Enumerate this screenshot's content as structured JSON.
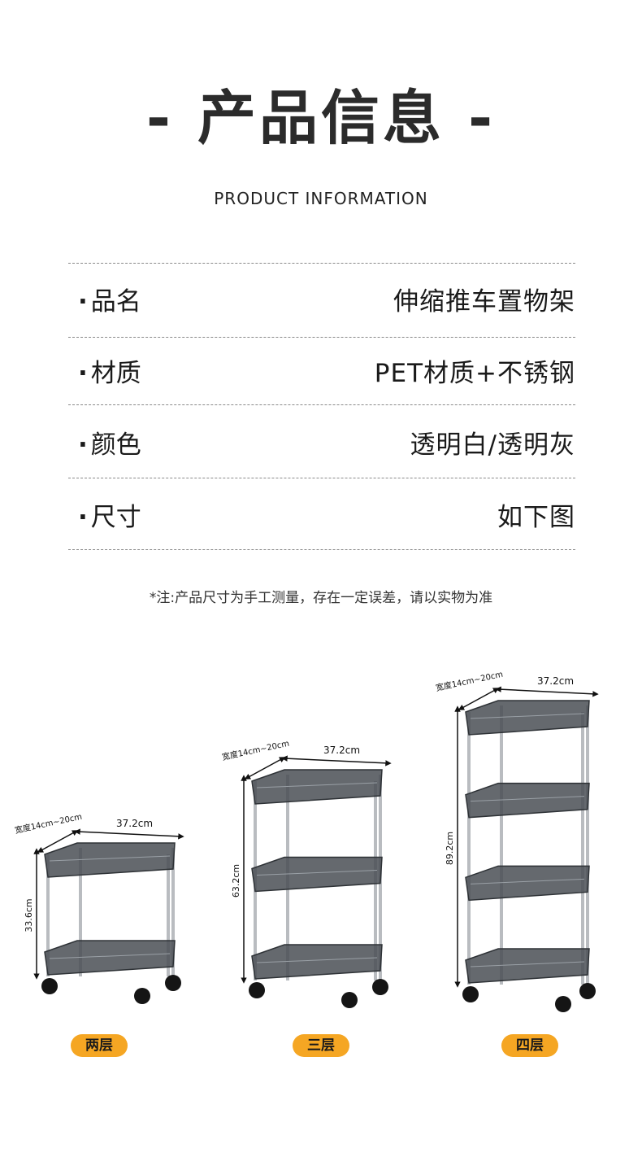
{
  "header": {
    "title": "- 产品信息 -",
    "subtitle": "PRODUCT INFORMATION"
  },
  "specs": [
    {
      "label": "品名",
      "value": "伸缩推车置物架"
    },
    {
      "label": "材质",
      "value": "PET材质+不锈钢"
    },
    {
      "label": "颜色",
      "value": "透明白/透明灰"
    },
    {
      "label": "尺寸",
      "value": "如下图"
    }
  ],
  "bullet": "·",
  "note": "*注:产品尺寸为手工测量，存在一定误差，请以实物为准",
  "variants": [
    {
      "name": "两层",
      "width_label": "宽度14cm~20cm",
      "length_label": "37.2cm",
      "height_label": "33.6cm",
      "tiers": 2
    },
    {
      "name": "三层",
      "width_label": "宽度14cm~20cm",
      "length_label": "37.2cm",
      "height_label": "63.2cm",
      "tiers": 3
    },
    {
      "name": "四层",
      "width_label": "宽度14cm~20cm",
      "length_label": "37.2cm",
      "height_label": "89.2cm",
      "tiers": 4
    }
  ],
  "colors": {
    "badge": "#f5a623",
    "shelf": "#4a4f55",
    "pole": "#b9bcc0"
  }
}
